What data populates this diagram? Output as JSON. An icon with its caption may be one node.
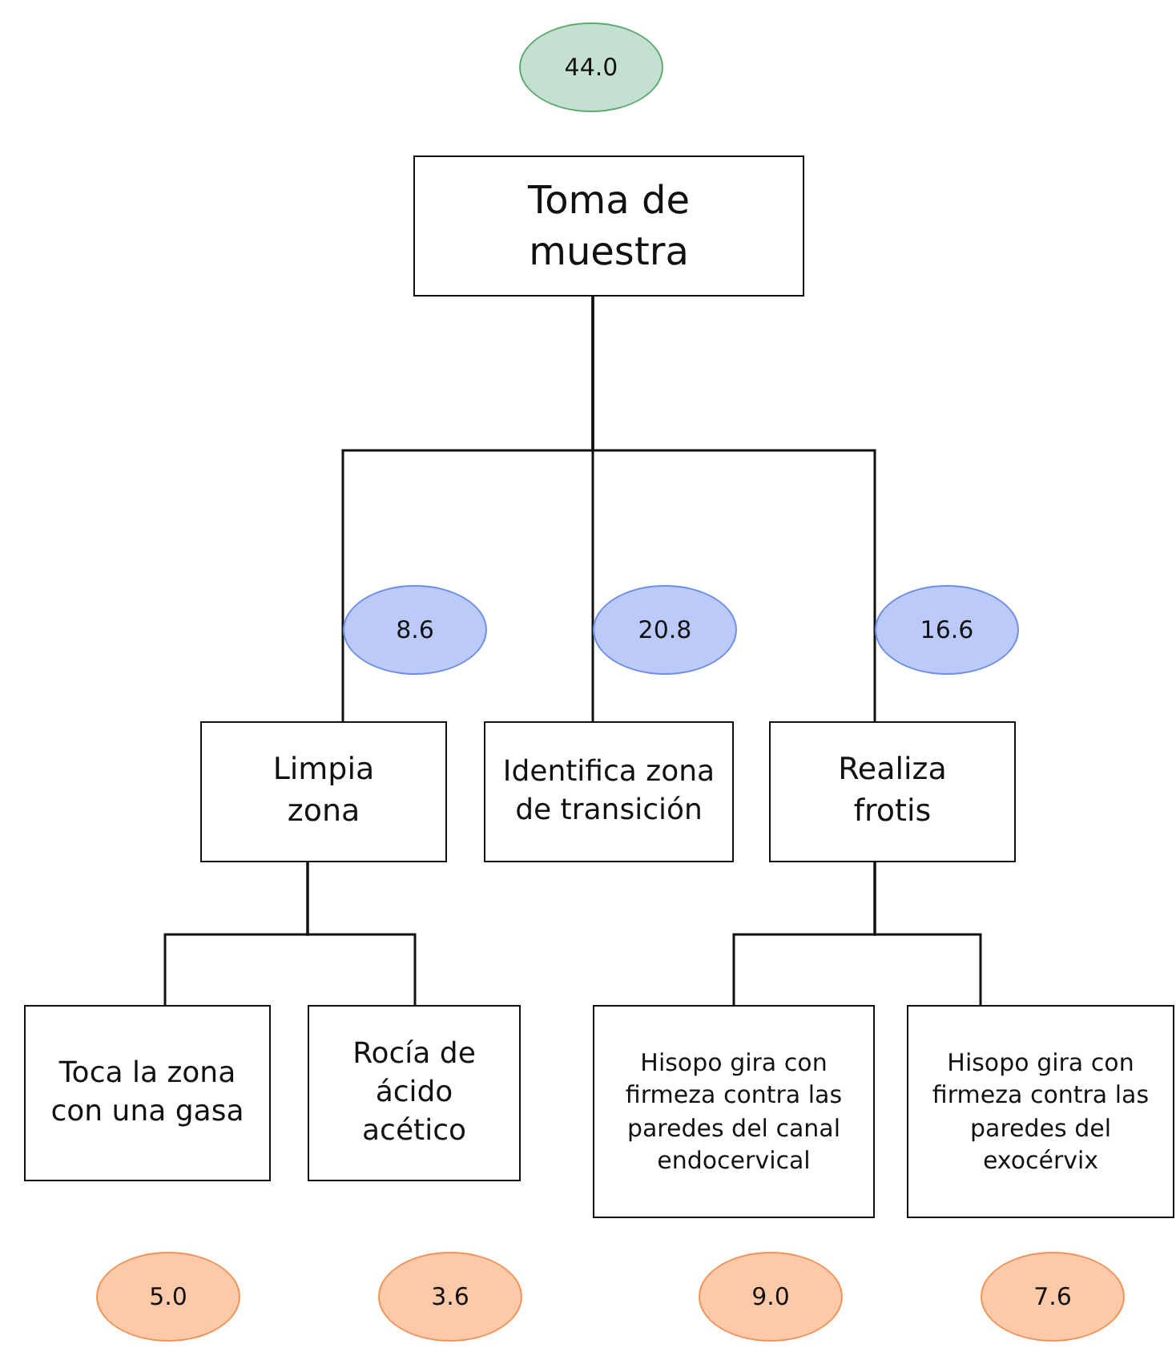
{
  "diagram": {
    "nodes": [
      {
        "text": [
          "44.0"
        ]
      },
      {
        "text": [
          "Toma de muestra"
        ]
      },
      {
        "text": [
          "8.6"
        ]
      },
      {
        "text": [
          "20.8"
        ]
      },
      {
        "text": [
          "16.6"
        ]
      },
      {
        "text": [
          "Limpia zona"
        ]
      },
      {
        "text": [
          "Identifica zona de transición"
        ]
      },
      {
        "text": [
          "Realiza frotis"
        ]
      },
      {
        "text": [
          "Toca la zona con una gasa"
        ]
      },
      {
        "text": [
          "Rocía de ácido acético"
        ]
      },
      {
        "text": [
          "Hisopo gira con firmeza contra las paredes del canal endocervical"
        ]
      },
      {
        "text": [
          "Hisopo gira con firmeza contra las paredes del exocérvix"
        ]
      },
      {
        "text": [
          "5.0"
        ]
      },
      {
        "text": [
          "3.6"
        ]
      },
      {
        "text": [
          "9.0"
        ]
      },
      {
        "text": [
          "7.6"
        ]
      }
    ],
    "edges": [
      {
        "from": 1,
        "to": 5,
        "arrow": "none"
      },
      {
        "from": 1,
        "to": 6,
        "arrow": "none"
      },
      {
        "from": 1,
        "to": 7,
        "arrow": "none"
      },
      {
        "from": 5,
        "to": 8,
        "arrow": "none"
      },
      {
        "from": 5,
        "to": 9,
        "arrow": "none"
      },
      {
        "from": 7,
        "to": 10,
        "arrow": "none"
      },
      {
        "from": 7,
        "to": 11,
        "arrow": "none"
      }
    ]
  }
}
